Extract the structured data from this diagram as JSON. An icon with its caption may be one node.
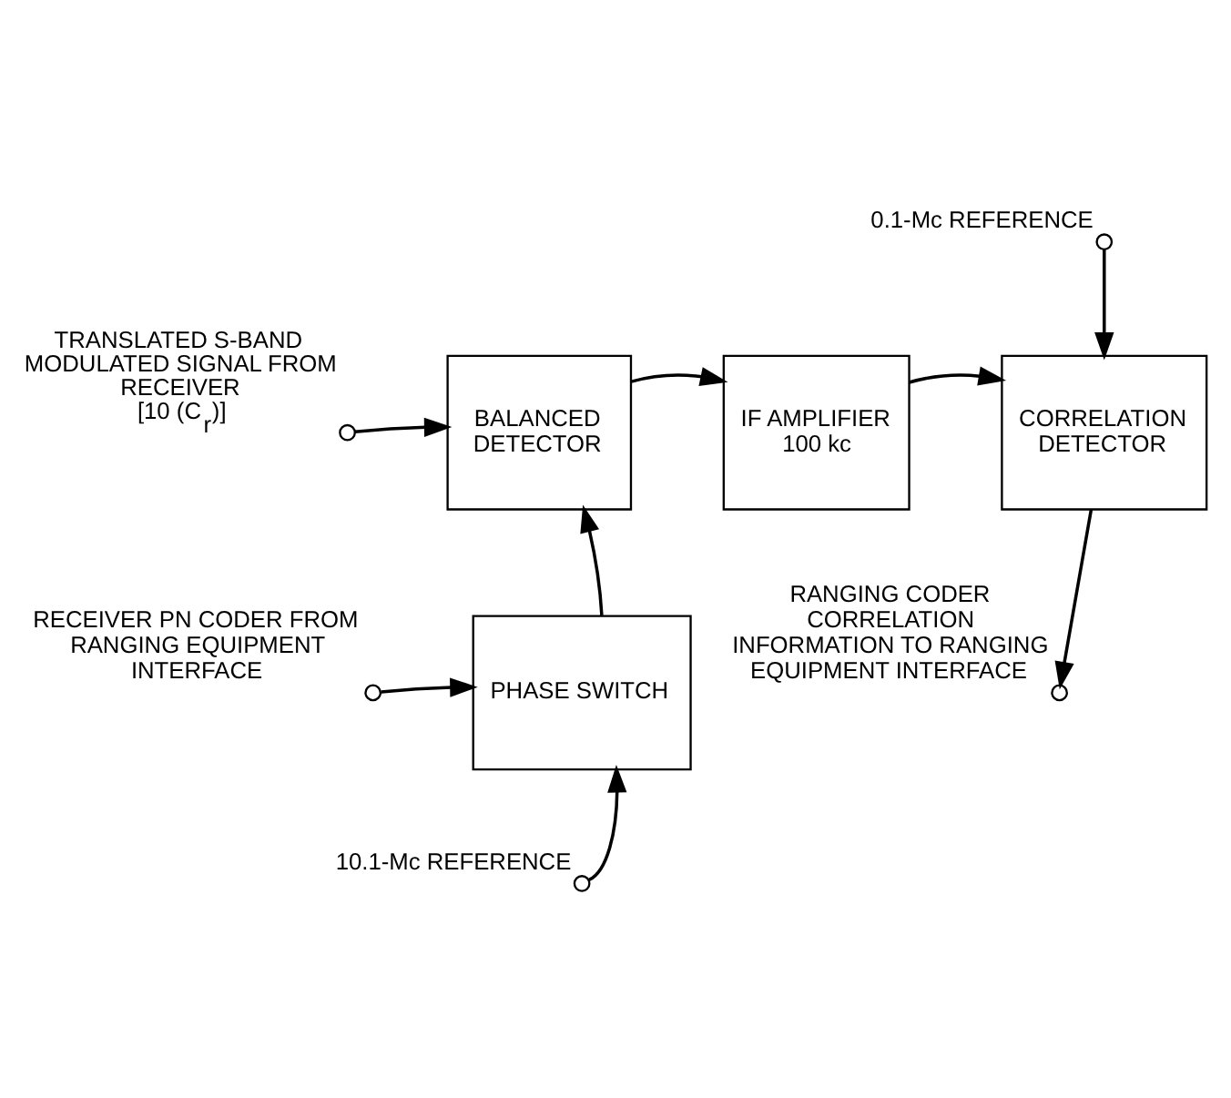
{
  "diagram": {
    "nodes": [
      {
        "text": [],
        "shape": "circle",
        "beside": [
          "TRANSLATED S-BAND MODULATED SIGNAL FROM RECEIVER",
          "[10 (C$_{r}$)]"
        ]
      },
      {
        "text": [
          "BALANCED DETECTOR"
        ]
      },
      {
        "text": [
          "IF AMPLIFIER 100 kc"
        ]
      },
      {
        "text": [
          "CORRELATION DETECTOR"
        ]
      },
      {
        "text": [],
        "shape": "circle",
        "beside": [
          "0.1-Mc REFERENCE"
        ]
      },
      {
        "text": [],
        "shape": "circle",
        "beside": [
          "RANGING CODER CORRELATION INFORMATION TO RANGING EQUIPMENT INTERFACE"
        ]
      },
      {
        "text": [
          "PHASE SWITCH"
        ]
      },
      {
        "text": [],
        "shape": "circle",
        "beside": [
          "RECEIVER PN CODER FROM RANGING EQUIPMENT INTERFACE"
        ]
      },
      {
        "text": [],
        "shape": "circle",
        "beside": [
          "10.1-Mc REFERENCE"
        ]
      }
    ],
    "edges": [
      {
        "from": 0,
        "to": 1,
        "arrow": "to"
      },
      {
        "from": 1,
        "to": 2,
        "arrow": "to"
      },
      {
        "from": 2,
        "to": 3,
        "arrow": "to"
      },
      {
        "from": 4,
        "to": 3,
        "arrow": "to"
      },
      {
        "from": 3,
        "to": 5,
        "arrow": "to"
      },
      {
        "from": 6,
        "to": 1,
        "arrow": "to"
      },
      {
        "from": 7,
        "to": 6,
        "arrow": "to"
      },
      {
        "from": 8,
        "to": 6,
        "arrow": "to"
      }
    ]
  }
}
